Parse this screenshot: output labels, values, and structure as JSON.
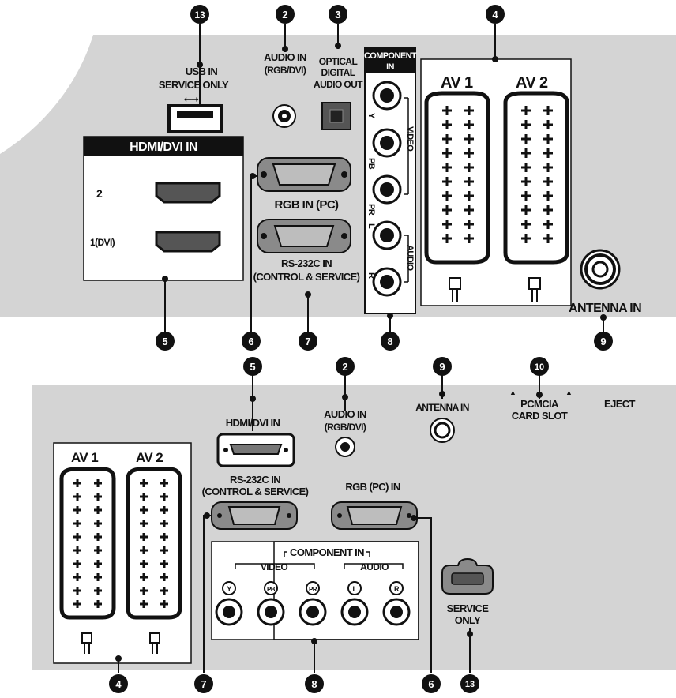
{
  "panel1": {
    "labels": {
      "usb": "USB IN",
      "usb_service": "SERVICE ONLY",
      "audio_in": "AUDIO IN",
      "audio_in_sub": "(RGB/DVI)",
      "optical_1": "OPTICAL",
      "optical_2": "DIGITAL",
      "optical_3": "AUDIO OUT",
      "component_1": "COMPONENT",
      "component_2": "IN",
      "video": "VIDEO",
      "audio": "AUDIO",
      "y": "Y",
      "pb": "PB",
      "pr": "PR",
      "l": "L",
      "r": "R",
      "av1": "AV 1",
      "av2": "AV 2",
      "hdmi_header": "HDMI/DVI IN",
      "hdmi_2": "2",
      "hdmi_1": "1(DVI)",
      "rgb_in": "RGB IN (PC)",
      "rs232_1": "RS-232C IN",
      "rs232_2": "(CONTROL & SERVICE)",
      "antenna": "ANTENNA IN"
    },
    "callouts": {
      "usb": "13",
      "audio_in": "2",
      "optical": "3",
      "scart": "4",
      "hdmi": "5",
      "rgb": "6",
      "rs232": "7",
      "component": "8",
      "antenna": "9"
    }
  },
  "panel2": {
    "labels": {
      "hdmi": "HDMI/DVI IN",
      "audio_in": "AUDIO IN",
      "audio_in_sub": "(RGB/DVI)",
      "antenna": "ANTENNA IN",
      "pcmcia_1": "PCMCIA",
      "pcmcia_2": "CARD SLOT",
      "eject": "EJECT",
      "av1": "AV 1",
      "av2": "AV 2",
      "rs232_1": "RS-232C IN",
      "rs232_2": "(CONTROL & SERVICE)",
      "rgb_pc": "RGB (PC) IN",
      "component_in": "COMPONENT IN",
      "video": "VIDEO",
      "audio": "AUDIO",
      "y": "Y",
      "pb": "PB",
      "pr": "PR",
      "l": "L",
      "r": "R",
      "service_1": "SERVICE",
      "service_2": "ONLY"
    },
    "callouts": {
      "hdmi": "5",
      "audio_in": "2",
      "antenna": "9",
      "pcmcia": "10",
      "scart": "4",
      "rs232": "7",
      "component": "8",
      "rgb": "6",
      "service": "13"
    }
  }
}
